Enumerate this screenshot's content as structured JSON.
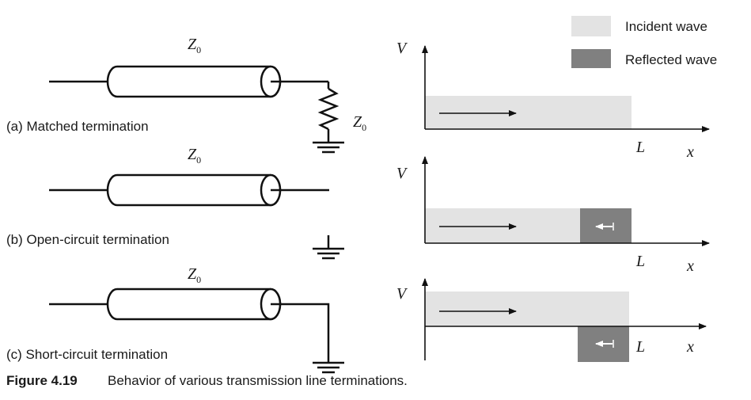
{
  "legend": {
    "incident_label": "Incident wave",
    "reflected_label": "Reflected wave",
    "incident_color": "#e3e3e3",
    "reflected_color": "#808080"
  },
  "impedance_symbol": "Z",
  "impedance_subscript": "0",
  "axis": {
    "v_label": "V",
    "x_label": "x",
    "l_label": "L"
  },
  "cases": [
    {
      "label": "(a) Matched termination",
      "termination": "matched-resistor",
      "reflection": "none"
    },
    {
      "label": "(b) Open-circuit termination",
      "termination": "open-circuit",
      "reflection": "positive"
    },
    {
      "label": "(c) Short-circuit termination",
      "termination": "short-circuit",
      "reflection": "negative"
    }
  ],
  "caption": {
    "number": "Figure 4.19",
    "text": "Behavior of various transmission line terminations."
  }
}
